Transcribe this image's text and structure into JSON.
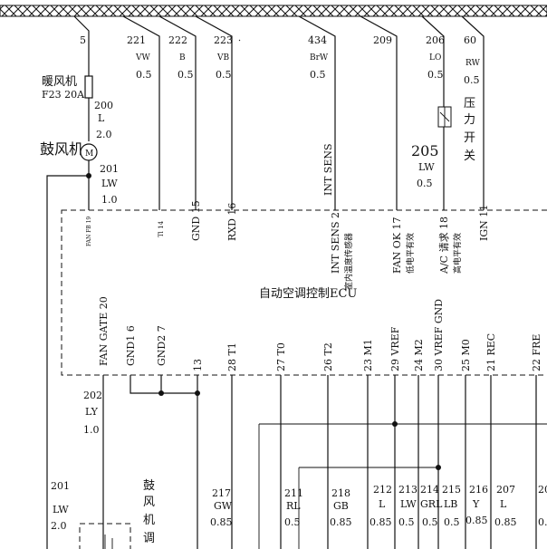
{
  "wires_top": [
    {
      "id": "wire-5",
      "num": "5",
      "color": "",
      "size": ""
    },
    {
      "id": "wire-221",
      "num": "221",
      "color": "VW",
      "size": "0.5"
    },
    {
      "id": "wire-222",
      "num": "222",
      "color": "B",
      "size": "0.5"
    },
    {
      "id": "wire-223",
      "num": "223",
      "color": "VB",
      "size": "0.5"
    },
    {
      "id": "wire-434",
      "num": "434",
      "color": "BrW",
      "size": "0.5"
    },
    {
      "id": "wire-209",
      "num": "209",
      "color": "",
      "size": ""
    },
    {
      "id": "wire-206",
      "num": "206",
      "color": "LO",
      "size": "0.5"
    },
    {
      "id": "wire-60",
      "num": "60",
      "color": "RW",
      "size": "0.5"
    }
  ],
  "left_side": {
    "heater_label": "暖风机",
    "fuse_label": "F23 20A",
    "wire_200": {
      "num": "200",
      "color": "L",
      "size": "2.0"
    },
    "blower_label": "鼓风机",
    "motor_symbol": "M",
    "wire_201": {
      "num": "201",
      "color": "LW",
      "size": "1.0"
    }
  },
  "pressure_switch": {
    "chars": [
      "压",
      "力",
      "开",
      "关"
    ],
    "wire_205": {
      "num": "205",
      "color": "LW",
      "size": "0.5"
    }
  },
  "int_sens_label": "INT SENS",
  "ecu": {
    "title": "自动空调控制ECU",
    "pins_top": [
      {
        "id": "pin-fan-fb-19",
        "label": "FAN FB 19"
      },
      {
        "id": "pin-tl-14",
        "label": "Tl 14"
      },
      {
        "id": "pin-gnd-15",
        "label": "GND 15"
      },
      {
        "id": "pin-rxd-16",
        "label": "RXD 16"
      },
      {
        "id": "pin-int-sens-2",
        "label": "INT SENS 2",
        "note": "室内温度传感器"
      },
      {
        "id": "pin-fan-ok-17",
        "label": "FAN OK 17",
        "note": "低电平有效"
      },
      {
        "id": "pin-ac-18",
        "label": "A/C 请求 18",
        "note": "高电平有效"
      },
      {
        "id": "pin-ign-11",
        "label": "IGN 11"
      }
    ],
    "pins_bottom": [
      {
        "id": "pin-fan-gate-20",
        "label": "FAN GATE 20"
      },
      {
        "id": "pin-gnd1-6",
        "label": "GND1 6"
      },
      {
        "id": "pin-gnd2-7",
        "label": "GND2 7"
      },
      {
        "id": "pin-13",
        "label": "13"
      },
      {
        "id": "pin-t1-28",
        "label": "28 T1"
      },
      {
        "id": "pin-t0-27",
        "label": "27 T0"
      },
      {
        "id": "pin-t2-26",
        "label": "26 T2"
      },
      {
        "id": "pin-m1-23",
        "label": "23 M1"
      },
      {
        "id": "pin-vref-29",
        "label": "29 VREF"
      },
      {
        "id": "pin-m2-24",
        "label": "24 M2"
      },
      {
        "id": "pin-vref-gnd-30",
        "label": "30 VREF GND"
      },
      {
        "id": "pin-m0-25",
        "label": "25 M0"
      },
      {
        "id": "pin-rec-21",
        "label": "21 REC"
      },
      {
        "id": "pin-fre-22",
        "label": "22 FRE"
      }
    ]
  },
  "wires_bottom": [
    {
      "id": "wire-202",
      "num": "202",
      "color": "LY",
      "size": "1.0"
    },
    {
      "id": "wire-201b",
      "num": "201",
      "color": "LW",
      "size": "2.0"
    },
    {
      "id": "wire-217",
      "num": "217",
      "color": "GW",
      "size": "0.85"
    },
    {
      "id": "wire-211",
      "num": "211",
      "color": "RL",
      "size": "0.5"
    },
    {
      "id": "wire-218",
      "num": "218",
      "color": "GB",
      "size": "0.85"
    },
    {
      "id": "wire-212",
      "num": "212",
      "color": "L",
      "size": "0.85"
    },
    {
      "id": "wire-213",
      "num": "213",
      "color": "LW",
      "size": "0.5"
    },
    {
      "id": "wire-214",
      "num": "214",
      "color": "GRL",
      "size": "0.5"
    },
    {
      "id": "wire-215",
      "num": "215",
      "color": "LB",
      "size": "0.5"
    },
    {
      "id": "wire-216",
      "num": "216",
      "color": "Y",
      "size": "0.85"
    },
    {
      "id": "wire-207",
      "num": "207",
      "color": "L",
      "size": "0.85"
    },
    {
      "id": "wire-20x",
      "num": "20",
      "color": "",
      "size": "0."
    }
  ],
  "blower_controller_chars": [
    "鼓",
    "风",
    "机",
    "调"
  ]
}
